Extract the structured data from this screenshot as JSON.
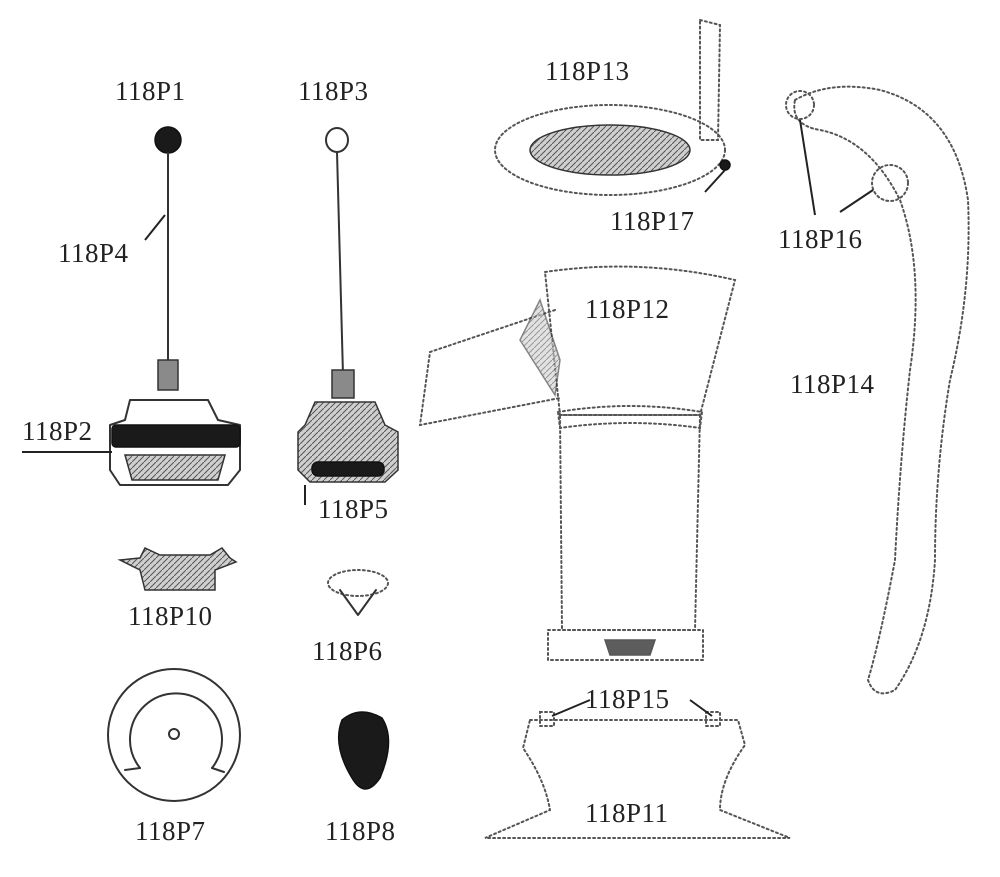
{
  "parts": {
    "p1": "118P1",
    "p3": "118P3",
    "p4": "118P4",
    "p2": "118P2",
    "p5": "118P5",
    "p10": "118P10",
    "p6": "118P6",
    "p7": "118P7",
    "p8": "118P8",
    "p13": "118P13",
    "p17": "118P17",
    "p16": "118P16",
    "p12": "118P12",
    "p14": "118P14",
    "p15": "118P15",
    "p11": "118P11"
  }
}
